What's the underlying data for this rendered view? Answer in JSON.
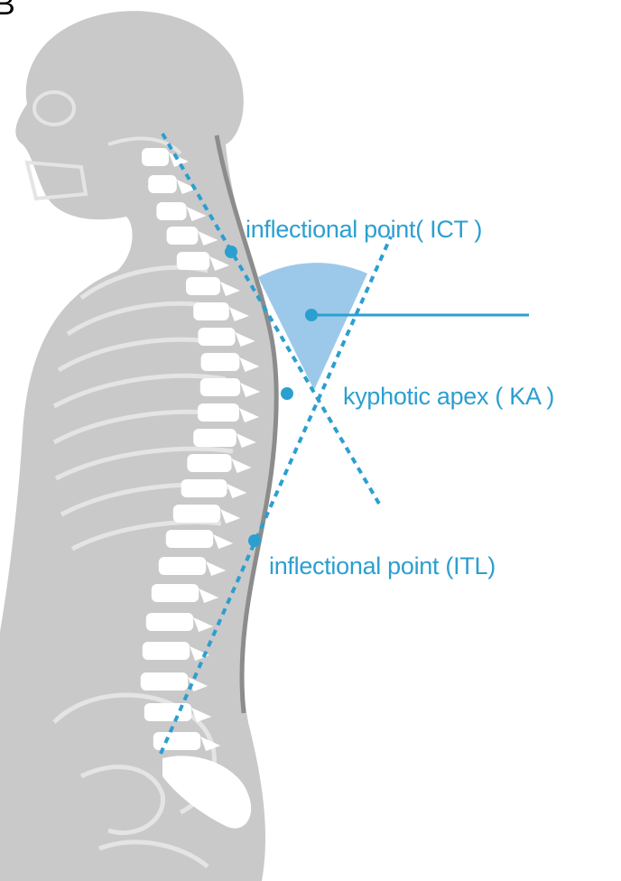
{
  "figure": {
    "panel_letter": "B",
    "accent_color": "#2b9fd0",
    "angle_fill_color": "#9cc9ea",
    "body_color": "#c9c9c9",
    "spine_color": "#ffffff",
    "contour_color": "#8c8c8c"
  },
  "labels": {
    "ict": "inflectional point( ICT )",
    "ka": "kyphotic apex ( KA )",
    "itl": "inflectional point (ITL)"
  }
}
